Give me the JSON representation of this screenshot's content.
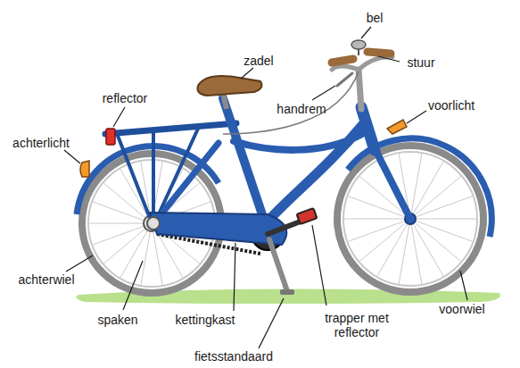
{
  "diagram": {
    "labels": [
      "bel",
      "stuur",
      "zadel",
      "handrem",
      "reflector",
      "voorlicht",
      "achterlicht",
      "achterwiel",
      "spaken",
      "kettingkast",
      "trapper met reflector",
      "voorwiel",
      "fietsstandaard"
    ]
  }
}
